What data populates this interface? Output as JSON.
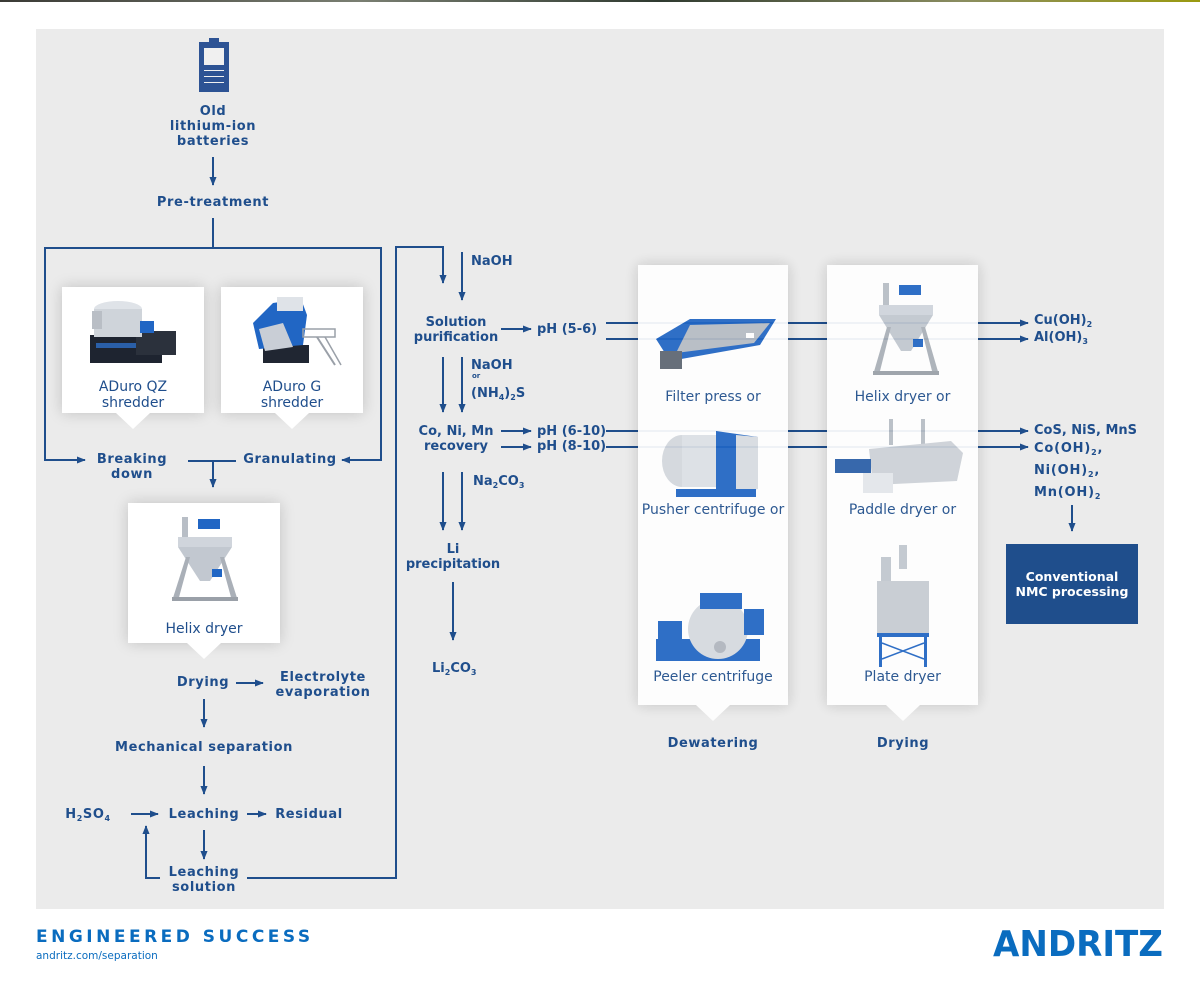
{
  "colors": {
    "primary": "#1f4e8c",
    "brand_blue": "#0a6cbf",
    "panel_bg": "#ebebeb",
    "card_bg": "#ffffff"
  },
  "pretreatment": {
    "battery_icon": "battery-icon",
    "source": [
      "Old",
      "lithium-ion",
      "batteries"
    ],
    "pretreatment": "Pre-treatment",
    "shredders": [
      {
        "name": "ADuro QZ",
        "type": "shredder"
      },
      {
        "name": "ADuro G",
        "type": "shredder"
      }
    ],
    "breaking_down": [
      "Breaking",
      "down"
    ],
    "granulating": "Granulating",
    "dryer_card": "Helix dryer",
    "drying": "Drying",
    "electrolyte": [
      "Electrolyte",
      "evaporation"
    ],
    "mechanical_separation": "Mechanical separation",
    "acid": {
      "base": "H",
      "sub1": "2",
      "mid": "SO",
      "sub2": "4"
    },
    "leaching": "Leaching",
    "residual": "Residual",
    "leaching_solution": [
      "Leaching",
      "solution"
    ]
  },
  "hydromet": {
    "naoh_1": "NaOH",
    "solution_purification": [
      "Solution",
      "purification"
    ],
    "ph_1": "pH (5-6)",
    "naoh_2": "NaOH",
    "or": "or",
    "nh4_2s": {
      "open": "(NH",
      "sub1": "4",
      "close": ")",
      "sub2": "2",
      "end": "S"
    },
    "recovery": [
      "Co, Ni, Mn",
      "recovery"
    ],
    "ph_2": "pH (6-10)",
    "ph_3": "pH (8-10)",
    "na2co3": {
      "a": "Na",
      "sub1": "2",
      "b": "CO",
      "sub2": "3"
    },
    "li_precipitation": [
      "Li",
      "precipitation"
    ],
    "li2co3": {
      "a": "Li",
      "sub1": "2",
      "b": "CO",
      "sub2": "3"
    }
  },
  "dewatering": {
    "items": [
      "Filter press or",
      "Pusher centrifuge or",
      "Peeler centrifuge"
    ],
    "title": "Dewatering"
  },
  "drying": {
    "items": [
      "Helix dryer or",
      "Paddle dryer or",
      "Plate dryer"
    ],
    "title": "Drying"
  },
  "products": {
    "cu": {
      "a": "Cu(OH)",
      "sub": "2"
    },
    "al": {
      "a": "Al(OH)",
      "sub": "3"
    },
    "sulfides": "CoS, NiS, MnS",
    "co": {
      "a": "Co(OH)",
      "sub": "2",
      "tail": ","
    },
    "ni": {
      "a": "Ni(OH)",
      "sub": "2",
      "tail": ","
    },
    "mn": {
      "a": "Mn(OH)",
      "sub": "2"
    },
    "nmc": [
      "Conventional",
      "NMC processing"
    ]
  },
  "footer": {
    "tagline": "ENGINEERED SUCCESS",
    "url": "andritz.com/separation",
    "logo": "ANDRITZ"
  }
}
